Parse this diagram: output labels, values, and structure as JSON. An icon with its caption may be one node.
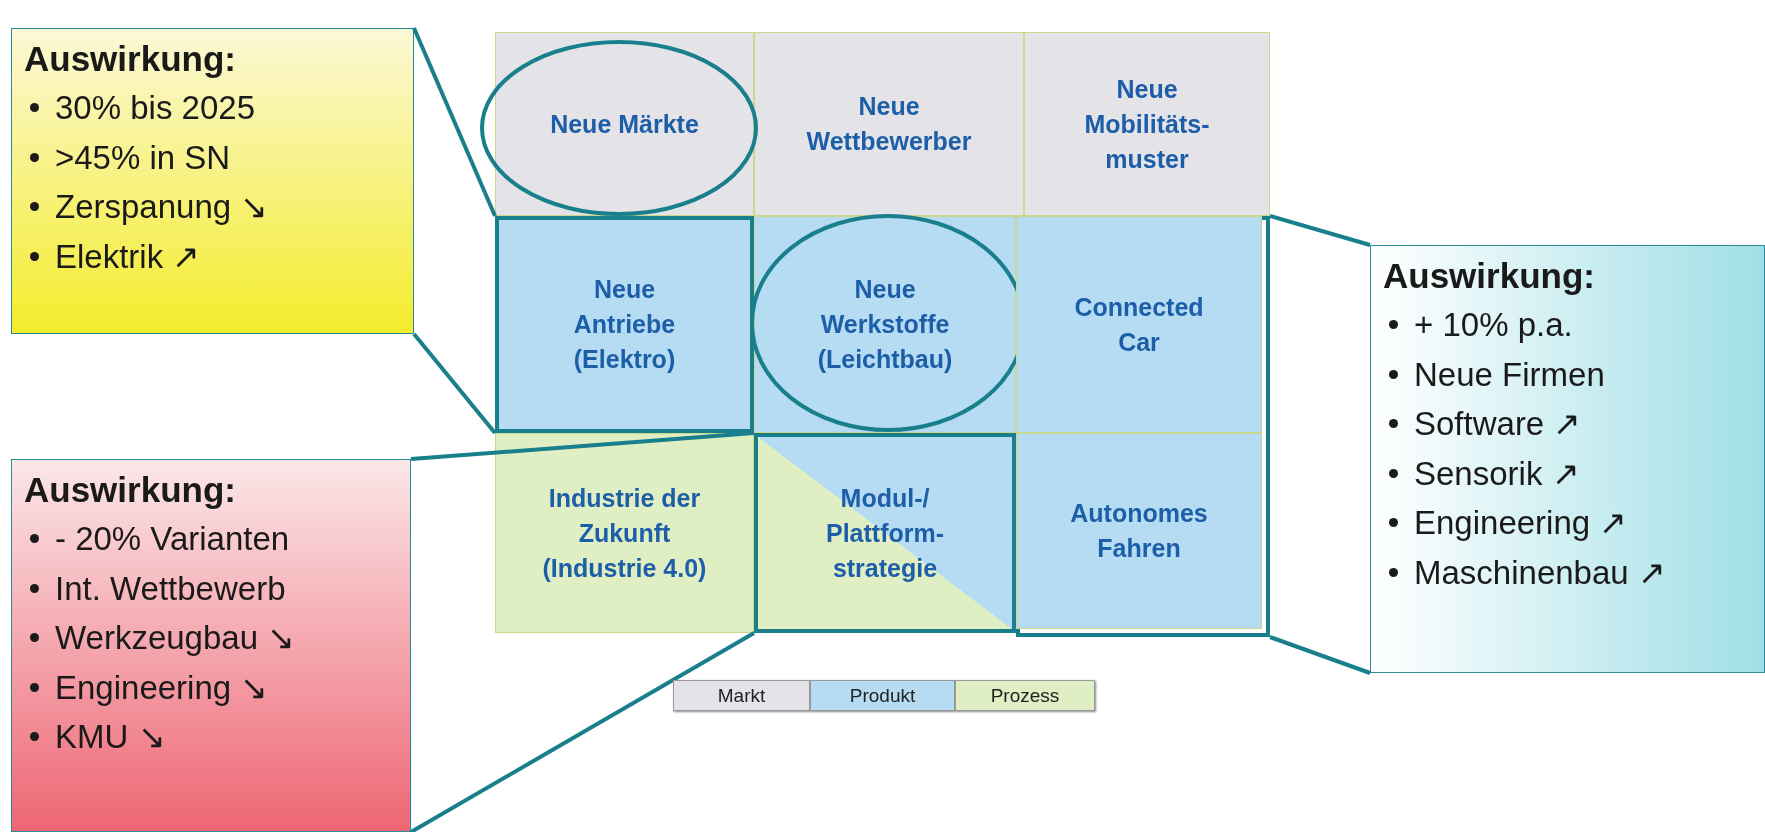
{
  "diagram": {
    "nodes": [
      {
        "text": [
          "Auswirkung:",
          "30% bis 2025",
          ">45% in SN",
          "Zerspanung ↘",
          "Elektrik ↗"
        ]
      },
      {
        "text": [
          "Neue Märkte"
        ]
      },
      {
        "text": [
          "Neue Wettbewerber"
        ]
      },
      {
        "text": [
          "Neue Mobilitäts- muster"
        ]
      },
      {
        "text": [
          "Neue Antriebe (Elektro)"
        ]
      },
      {
        "text": [
          "Neue Werkstoffe (Leichtbau)"
        ]
      },
      {
        "text": [],
        "shape": "box"
      },
      {
        "text": [
          "Connected Car"
        ],
        "in": 6
      },
      {
        "text": [
          "Auswirkung:",
          "+ 10% p.a.",
          "Neue Firmen",
          "Software ↗",
          "Sensorik ↗",
          "Engineering ↗",
          "Maschinenbau ↗"
        ]
      },
      {
        "text": [
          "Auswirkung:",
          "- 20% Varianten",
          "Int. Wettbewerb",
          "Werkzeugbau ↘",
          "Engineering ↘",
          "KMU ↘"
        ]
      },
      {
        "text": [
          "Industrie der Zukunft (Industrie 4.0)"
        ]
      },
      {
        "text": [
          "Modul-/ Plattform- strategie"
        ]
      },
      {
        "text": [
          "Autonomes Fahren"
        ],
        "in": 6
      }
    ],
    "edges": [
      {
        "from": 0,
        "to": 4,
        "arrow": "none"
      },
      {
        "from": 0,
        "to": 4,
        "arrow": "none"
      },
      {
        "from": 8,
        "to": 6,
        "arrow": "none"
      },
      {
        "from": 8,
        "to": 6,
        "arrow": "none"
      },
      {
        "from": 9,
        "to": 11,
        "arrow": "none"
      },
      {
        "from": 9,
        "to": 11,
        "arrow": "none"
      }
    ],
    "legend": [
      {
        "text": "Markt",
        "color": "#e4e3e8"
      },
      {
        "text": "Produkt",
        "color": "#b5dcf2"
      },
      {
        "text": "Prozess",
        "color": "#e0eec4"
      }
    ]
  }
}
